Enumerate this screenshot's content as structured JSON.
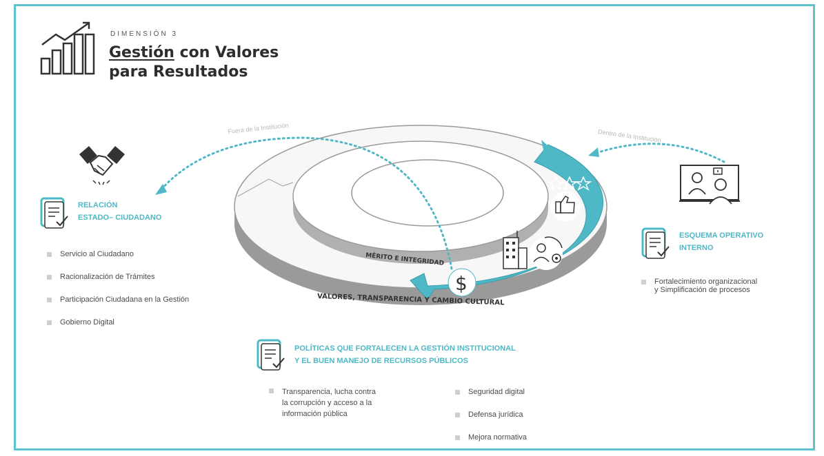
{
  "header": {
    "dimension_label": "DIMENSIÓN 3",
    "title_word_underlined": "Gestión",
    "title_rest_line1": " con Valores",
    "title_line2": "para Resultados"
  },
  "curve_labels": {
    "left": "Fuera de la Institución",
    "right": "Dentro de la Institución"
  },
  "ring_labels": {
    "inner": "MÉRITO E INTEGRIDAD",
    "outer": "VALORES, TRANSPARENCIA Y CAMBIO CULTURAL"
  },
  "left_section": {
    "title_line1": "RELACIÓN",
    "title_line2": "ESTADO– CIUDADANO",
    "items": [
      "Servicio al Ciudadano",
      "Racionalización de Trámites",
      "Participación Ciudadana en la Gestión",
      "Gobierno Digital"
    ]
  },
  "right_section": {
    "title_line1": "ESQUEMA OPERATIVO",
    "title_line2": "INTERNO",
    "item_line1": "Fortalecimiento organizacional",
    "item_line2": "y Simplificación de procesos"
  },
  "bottom_section": {
    "title_line1": "POLÍTICAS QUE FORTALECEN LA GESTIÓN INSTITUCIONAL",
    "title_line2": "Y EL BUEN MANEJO DE RECURSOS PÚBLICOS",
    "col1_line1": "Transparencia, lucha contra",
    "col1_line2": "la corrupción y acceso a la",
    "col1_line3": "información pública",
    "col2_items": [
      "Seguridad digital",
      "Defensa jurídica",
      "Mejora normativa"
    ]
  },
  "icons": {
    "chart": "bar-chart-trend-icon",
    "handshake": "handshake-icon",
    "document_check": "document-check-icon",
    "video_meeting": "video-meeting-icon",
    "thumbs_up": "thumbs-up-icon",
    "stars": "rating-stars-icon",
    "building": "building-icon",
    "person_gear": "person-gear-icon",
    "dollar": "dollar-icon"
  },
  "colors": {
    "accent": "#4fb8c6",
    "frame": "#5cc3cf",
    "text": "#3a3a3a",
    "ring_side": "#9a9a9a"
  }
}
